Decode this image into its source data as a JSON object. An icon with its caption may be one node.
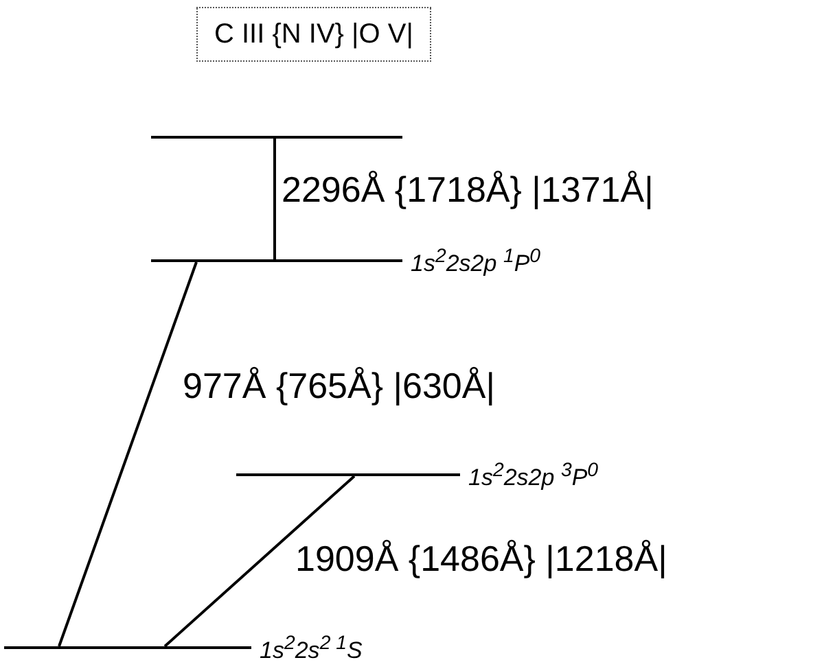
{
  "diagram": {
    "title": "C III {N IV} |O V|",
    "nodes": [
      {
        "text": [],
        "shape": "bar"
      },
      {
        "text": [],
        "shape": "bar",
        "beside": [
          "1s$^{2}$2s2p $^{1}$P$^{0}$"
        ]
      },
      {
        "text": [],
        "shape": "bar",
        "beside": [
          "1s$^{2}$2s2p $^{3}$P$^{0}$"
        ]
      },
      {
        "text": [],
        "shape": "bar",
        "beside": [
          "1s$^{2}$2s$^{2 1}$S"
        ]
      }
    ],
    "edges": [
      {
        "from": 0,
        "to": 1,
        "arrow": "none",
        "label": "2296Å {1718Å} |1371Å|"
      },
      {
        "from": 1,
        "to": 3,
        "arrow": "none",
        "label": "977Å {765Å} |630Å|"
      },
      {
        "from": 2,
        "to": 3,
        "arrow": "none",
        "label": "1909Å {1486Å} |1218Å|"
      }
    ]
  }
}
